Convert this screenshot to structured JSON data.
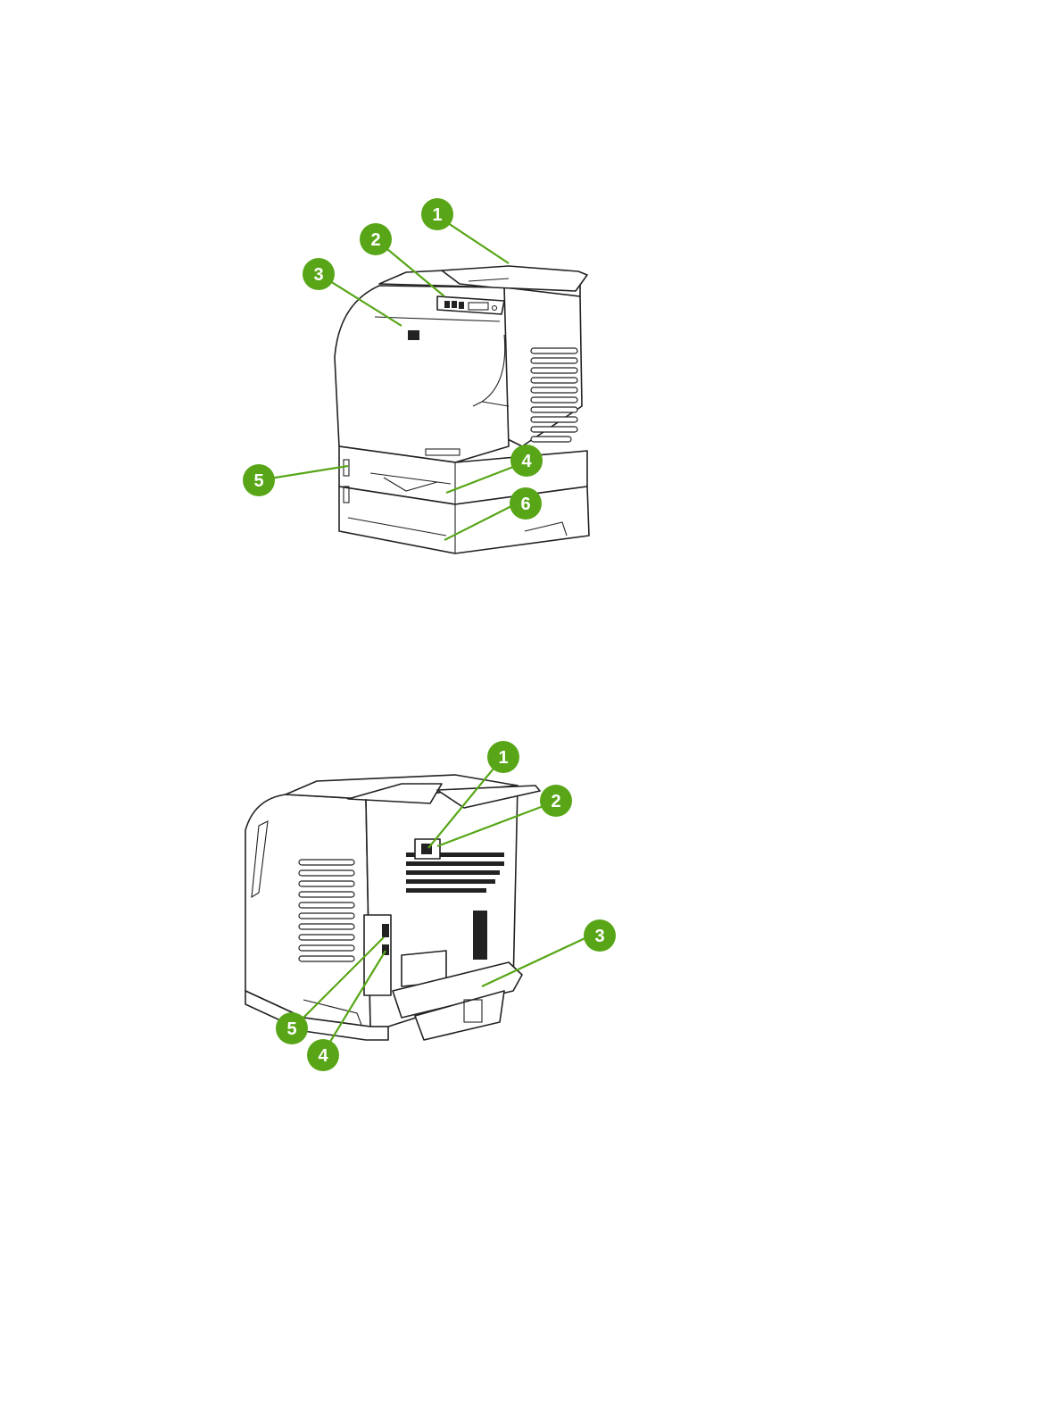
{
  "colors": {
    "callout": "#58a618",
    "callout_text": "#ffffff",
    "line_art": "#222222"
  },
  "front_view": {
    "callouts": [
      {
        "label": "1"
      },
      {
        "label": "2"
      },
      {
        "label": "3"
      },
      {
        "label": "4"
      },
      {
        "label": "5"
      },
      {
        "label": "6"
      }
    ]
  },
  "rear_view": {
    "callouts": [
      {
        "label": "1"
      },
      {
        "label": "2"
      },
      {
        "label": "3"
      },
      {
        "label": "4"
      },
      {
        "label": "5"
      }
    ]
  }
}
